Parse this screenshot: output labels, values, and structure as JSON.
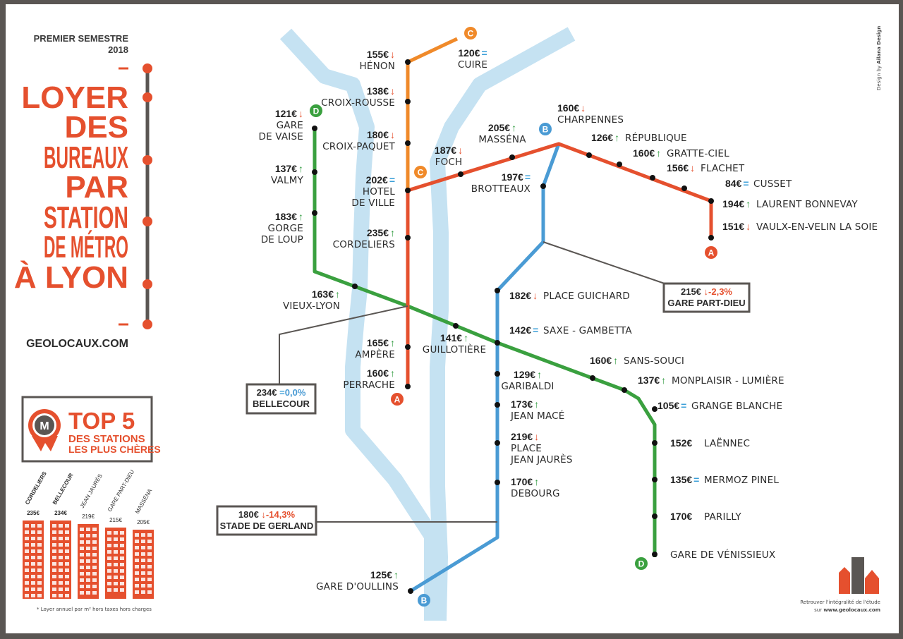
{
  "semester": [
    "PREMIER SEMESTRE",
    "2018"
  ],
  "title_lines": [
    "LOYER",
    "DES",
    "BUREAUX",
    "PAR",
    "STATION",
    "DE MÉTRO",
    "À LYON"
  ],
  "website": "GEOLOCAUX.COM",
  "designer": [
    "Design by ",
    "Ailana Design"
  ],
  "top5": {
    "badge_letter": "M",
    "line1": "TOP 5",
    "line2": "DES STATIONS",
    "line3": "LES PLUS CHÈRES",
    "items": [
      {
        "name": "CORDELIERS",
        "price": "235€"
      },
      {
        "name": "BELLECOUR",
        "price": "234€"
      },
      {
        "name": "JEAN JAURÈS",
        "price": "219€"
      },
      {
        "name": "GARE PART-DIEU",
        "price": "215€"
      },
      {
        "name": "MASSÉNA",
        "price": "205€"
      }
    ]
  },
  "footnote": "* Loyer annuel par m² hors taxes hors charges",
  "bottom_right": [
    "Retrouver l'intégralité de l'étude",
    "sur ",
    "www.geolocaux.com"
  ],
  "line_labels": {
    "A": "A",
    "B": "B",
    "C": "C",
    "D": "D"
  },
  "stations": [
    {
      "id": "henon",
      "price": "155€",
      "trend": "down",
      "name": [
        "HÉNON"
      ]
    },
    {
      "id": "croix-rousse",
      "price": "138€",
      "trend": "down",
      "name": [
        "CROIX-ROUSSE"
      ]
    },
    {
      "id": "croix-paquet",
      "price": "180€",
      "trend": "down",
      "name": [
        "CROIX-PAQUET"
      ]
    },
    {
      "id": "cuire",
      "price": "120€",
      "trend": "eq",
      "name": [
        "CUIRE"
      ]
    },
    {
      "id": "hotel-de-ville",
      "price": "202€",
      "trend": "eq",
      "name": [
        "HOTEL",
        "DE VILLE"
      ]
    },
    {
      "id": "cordeliers",
      "price": "235€",
      "trend": "up",
      "name": [
        "CORDELIERS"
      ]
    },
    {
      "id": "ampere",
      "price": "165€",
      "trend": "up",
      "name": [
        "AMPÈRE"
      ]
    },
    {
      "id": "perrache",
      "price": "160€",
      "trend": "up",
      "name": [
        "PERRACHE"
      ]
    },
    {
      "id": "gare-de-vaise",
      "price": "121€",
      "trend": "down",
      "name": [
        "GARE",
        "DE VAISE"
      ]
    },
    {
      "id": "valmy",
      "price": "137€",
      "trend": "up",
      "name": [
        "VALMY"
      ]
    },
    {
      "id": "gorge-de-loup",
      "price": "183€",
      "trend": "up",
      "name": [
        "GORGE",
        "DE LOUP"
      ]
    },
    {
      "id": "vieux-lyon",
      "price": "163€",
      "trend": "up",
      "name": [
        "VIEUX-LYON"
      ]
    },
    {
      "id": "guillotiere",
      "price": "141€",
      "trend": "up",
      "name": [
        "GUILLOTIÈRE"
      ]
    },
    {
      "id": "foch",
      "price": "187€",
      "trend": "down",
      "name": [
        "FOCH"
      ]
    },
    {
      "id": "massena",
      "price": "205€",
      "trend": "up",
      "name": [
        "MASSÉNA"
      ]
    },
    {
      "id": "charpennes",
      "price": "160€",
      "trend": "down",
      "name": [
        "CHARPENNES"
      ]
    },
    {
      "id": "republique",
      "price": "126€",
      "trend": "up",
      "name": [
        "RÉPUBLIQUE"
      ]
    },
    {
      "id": "gratte-ciel",
      "price": "160€",
      "trend": "up",
      "name": [
        "GRATTE-CIEL"
      ]
    },
    {
      "id": "flachet",
      "price": "156€",
      "trend": "down",
      "name": [
        "FLACHET"
      ]
    },
    {
      "id": "cusset",
      "price": "84€",
      "trend": "eq",
      "name": [
        "CUSSET"
      ]
    },
    {
      "id": "laurent-bonnevay",
      "price": "194€",
      "trend": "up",
      "name": [
        "LAURENT BONNEVAY"
      ]
    },
    {
      "id": "vaulx",
      "price": "151€",
      "trend": "down",
      "name": [
        "VAULX-EN-VELIN LA SOIE"
      ]
    },
    {
      "id": "brotteaux",
      "price": "197€",
      "trend": "eq",
      "name": [
        "BROTTEAUX"
      ]
    },
    {
      "id": "place-guichard",
      "price": "182€",
      "trend": "down",
      "name": [
        "PLACE GUICHARD"
      ]
    },
    {
      "id": "saxe-gambetta",
      "price": "142€",
      "trend": "eq",
      "name": [
        "SAXE - GAMBETTA"
      ]
    },
    {
      "id": "sans-souci",
      "price": "160€",
      "trend": "up",
      "name": [
        "SANS-SOUCI"
      ]
    },
    {
      "id": "monplaisir",
      "price": "137€",
      "trend": "up",
      "name": [
        "MONPLAISIR - LUMIÈRE"
      ]
    },
    {
      "id": "grange-blanche",
      "price": "105€",
      "trend": "eq",
      "name": [
        "GRANGE BLANCHE"
      ]
    },
    {
      "id": "laennec",
      "price": "152€",
      "trend": "none",
      "name": [
        "LAËNNEC"
      ]
    },
    {
      "id": "mermoz",
      "price": "135€",
      "trend": "eq",
      "name": [
        "MERMOZ PINEL"
      ]
    },
    {
      "id": "parilly",
      "price": "170€",
      "trend": "none",
      "name": [
        "PARILLY"
      ]
    },
    {
      "id": "venissieux",
      "price": "",
      "trend": "none",
      "name": [
        "GARE DE VÉNISSIEUX"
      ]
    },
    {
      "id": "garibaldi",
      "price": "129€",
      "trend": "up",
      "name": [
        "GARIBALDI"
      ]
    },
    {
      "id": "jean-mace",
      "price": "173€",
      "trend": "up",
      "name": [
        "JEAN MACÉ"
      ]
    },
    {
      "id": "jean-jaures",
      "price": "219€",
      "trend": "down",
      "name": [
        "PLACE",
        "JEAN JAURÈS"
      ]
    },
    {
      "id": "debourg",
      "price": "170€",
      "trend": "up",
      "name": [
        "DEBOURG"
      ]
    },
    {
      "id": "gare-oullins",
      "price": "125€",
      "trend": "up",
      "name": [
        "GARE D'OULLINS"
      ]
    }
  ],
  "callouts": [
    {
      "id": "part-dieu",
      "price": "215€",
      "trend": "down",
      "pct": "-2,3%",
      "name": "GARE PART-DIEU"
    },
    {
      "id": "bellecour",
      "price": "234€",
      "trend": "eq",
      "pct": "0,0%",
      "name": "BELLECOUR"
    },
    {
      "id": "gerland",
      "price": "180€",
      "trend": "down",
      "pct": "-14,3%",
      "name": "STADE DE GERLAND"
    }
  ],
  "colors": {
    "lineA": "#e5502e",
    "lineB": "#4a9bd4",
    "lineC": "#f08a2a",
    "lineD": "#3aa03f",
    "river": "#c5e2f2",
    "accent": "#e5502e",
    "callout_border": "#5a5653"
  },
  "icons": {
    "up": "↑",
    "down": "↓",
    "eq": "="
  }
}
